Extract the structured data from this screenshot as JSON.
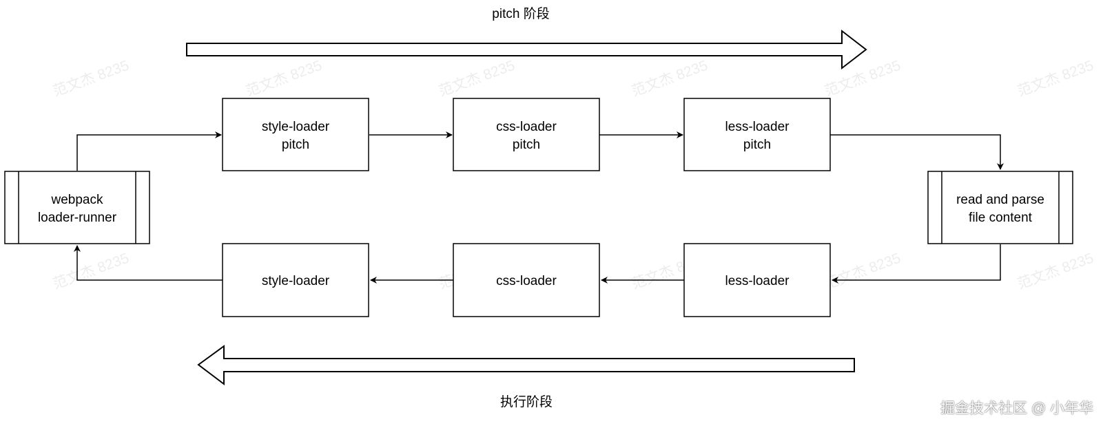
{
  "phases": {
    "pitch_label": "pitch 阶段",
    "execute_label": "执行阶段"
  },
  "nodes": {
    "runner": [
      "webpack",
      "loader-runner"
    ],
    "style_pitch": [
      "style-loader",
      "pitch"
    ],
    "css_pitch": [
      "css-loader",
      "pitch"
    ],
    "less_pitch": [
      "less-loader",
      "pitch"
    ],
    "read_parse": [
      "read and parse",
      "file content"
    ],
    "style_exec": [
      "style-loader"
    ],
    "css_exec": [
      "css-loader"
    ],
    "less_exec": [
      "less-loader"
    ]
  },
  "watermark": "范文杰 8235",
  "credit": "掘金技术社区 @ 小年华",
  "colors": {
    "stroke": "#000000",
    "background": "#ffffff"
  }
}
